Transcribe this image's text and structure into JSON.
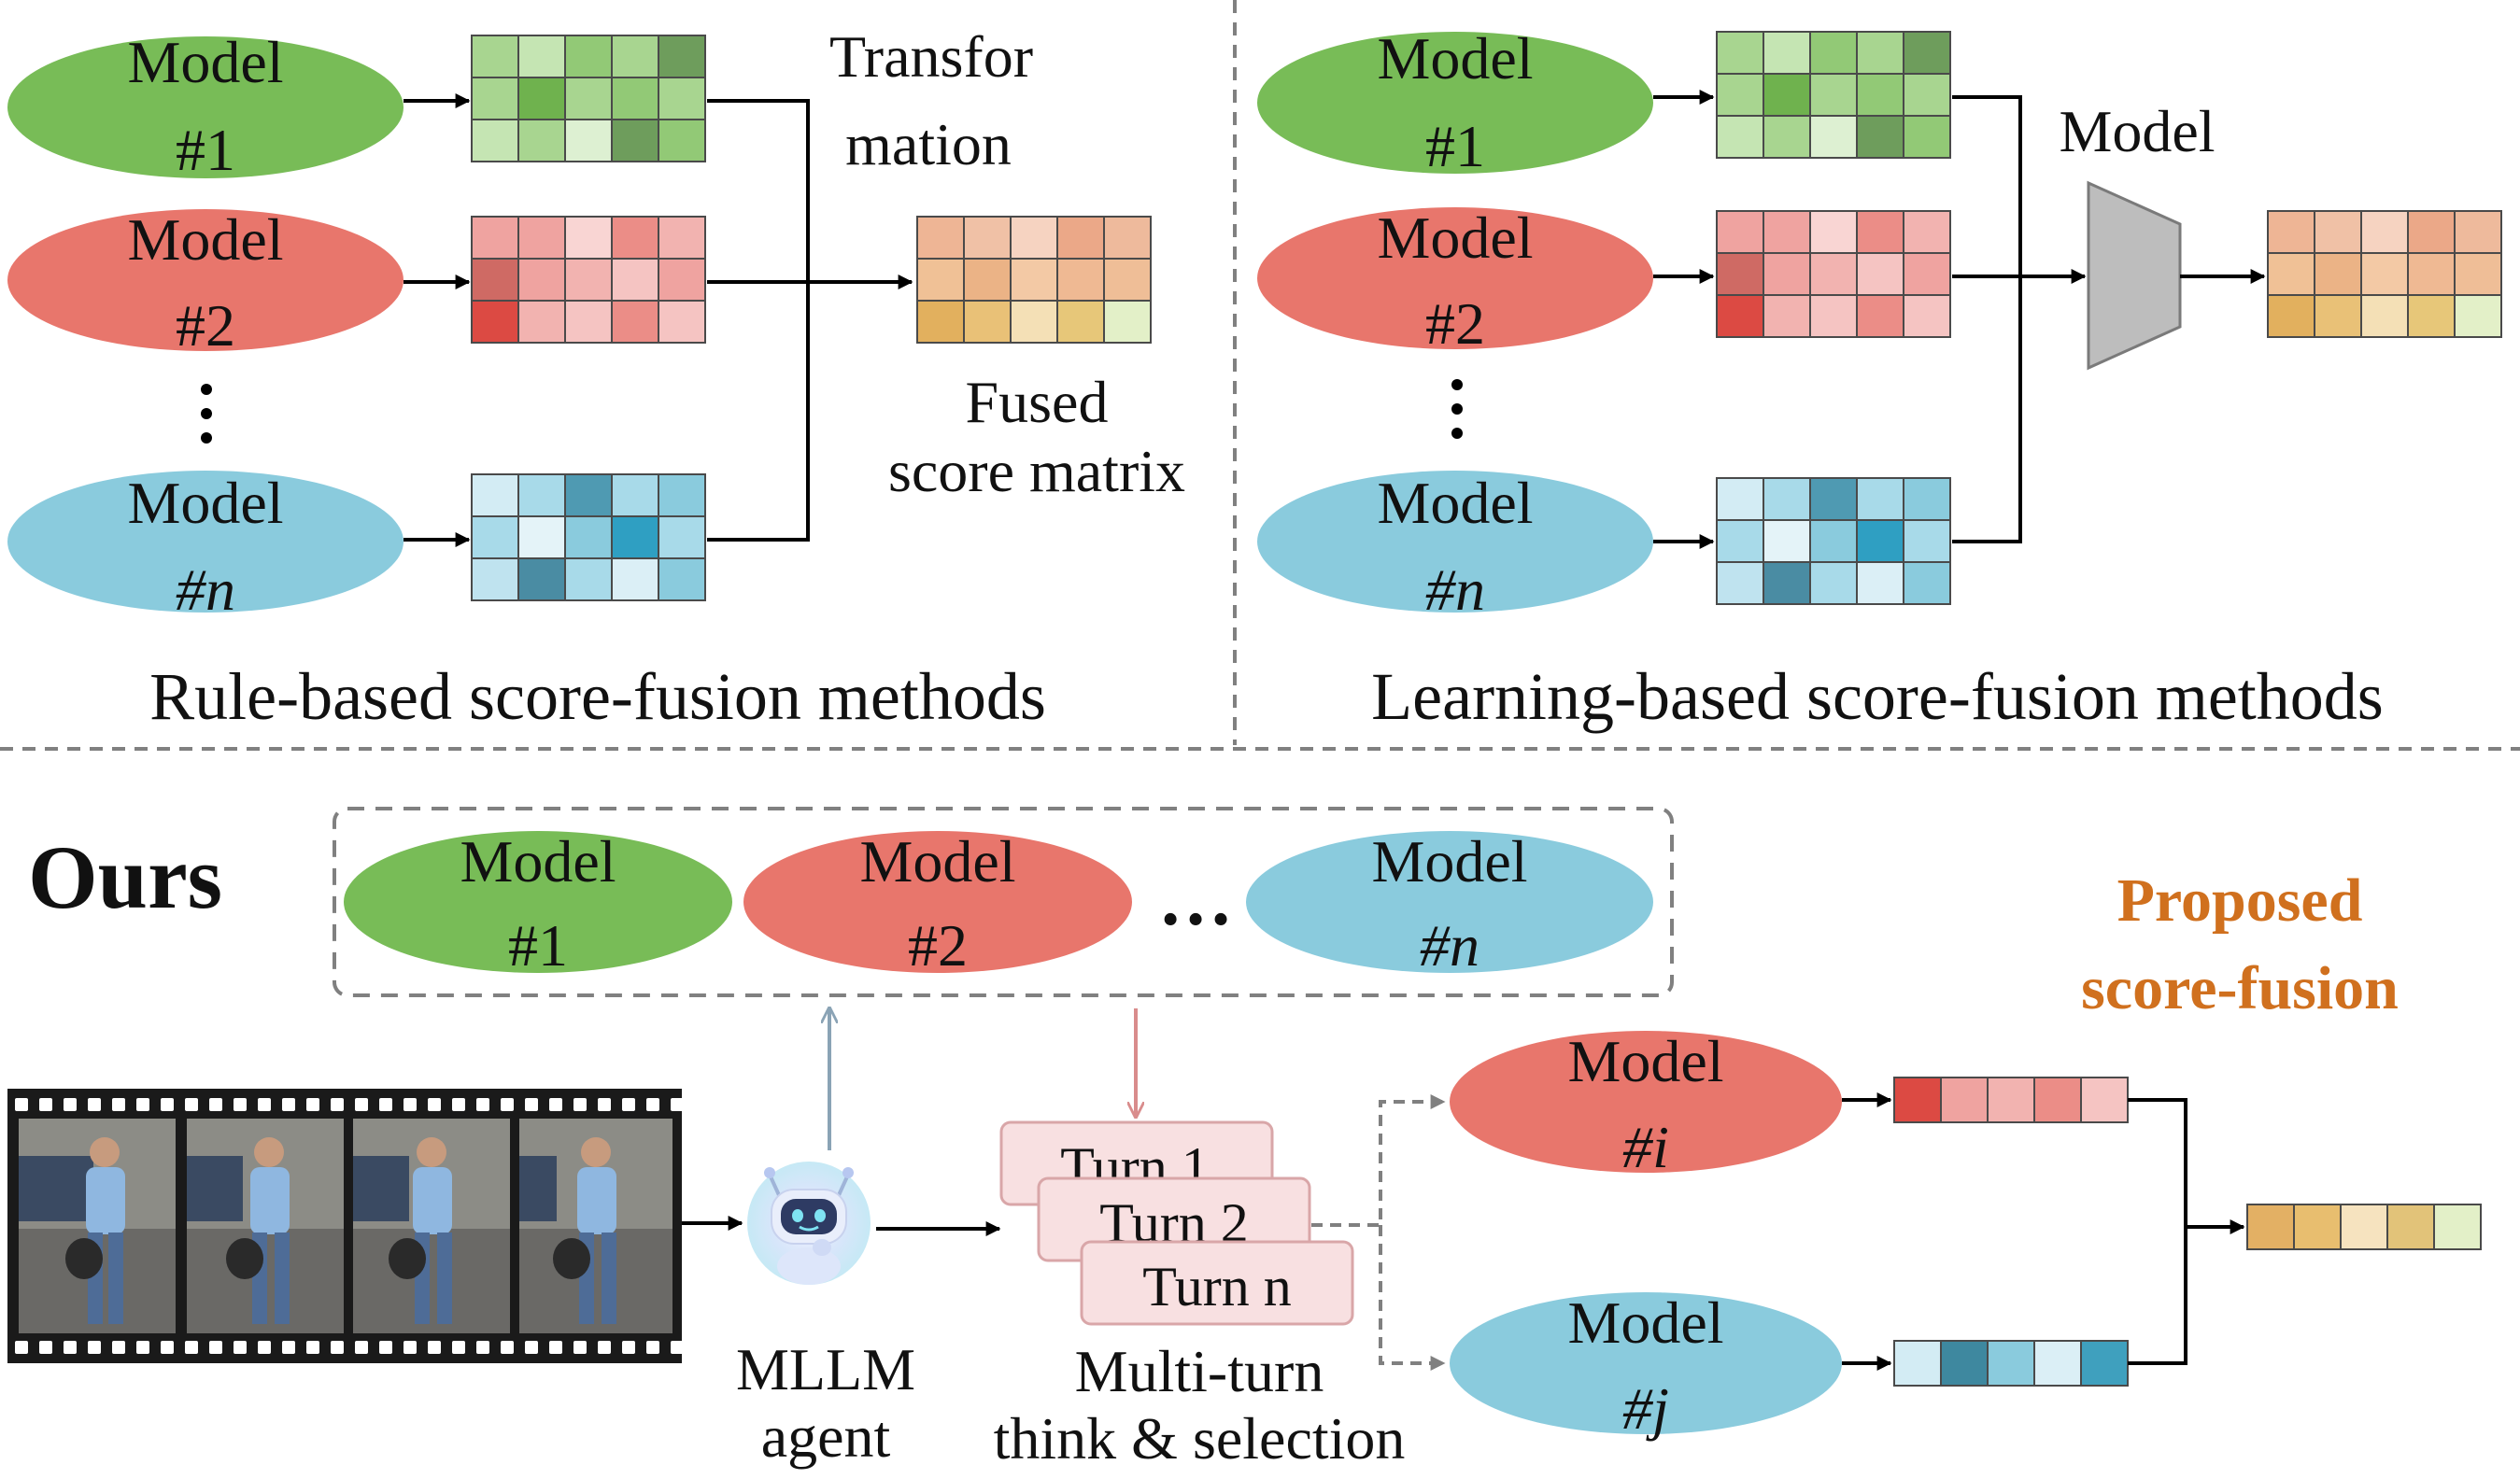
{
  "colors": {
    "green": "#78BC57",
    "red": "#E8766C",
    "blue": "#8ACBDD",
    "accent": "#D0701E",
    "gray_model": "#BDBDBD",
    "dash": "#808080"
  },
  "labels": {
    "model": "Model",
    "num1": "#1",
    "num2": "#2",
    "numn": "#n",
    "numi": "#i",
    "numj": "#j",
    "transformation_line1": "Transfor",
    "transformation_line2": "mation",
    "fused_line1": "Fused",
    "fused_line2": "score matrix",
    "rule_caption": "Rule-based score-fusion methods",
    "learning_caption": "Learning-based score-fusion methods",
    "learning_model": "Model",
    "ours": "Ours",
    "proposed_line1": "Proposed",
    "proposed_line2": "score-fusion",
    "mllm_line1": "MLLM",
    "mllm_line2": "agent",
    "multiturn_line1": "Multi-turn",
    "multiturn_line2": "think & selection",
    "turn1": "Turn 1",
    "turn2": "Turn 2",
    "turnn": "Turn n",
    "ellipsis": "…"
  },
  "grids": {
    "green": [
      [
        "#A8D590",
        "#C5E5B3",
        "#92C976",
        "#A8D590",
        "#6E9D5C"
      ],
      [
        "#A8D590",
        "#6FB24E",
        "#A8D590",
        "#92C976",
        "#A8D590"
      ],
      [
        "#C5E5B3",
        "#A8D590",
        "#DDF0D2",
        "#6E9D5C",
        "#92C976"
      ]
    ],
    "red": [
      [
        "#EFA3A0",
        "#EFA3A0",
        "#F9D5D3",
        "#EB8D87",
        "#F2B3B0"
      ],
      [
        "#CF6A64",
        "#EFA3A0",
        "#F2B3B0",
        "#F5C4C2",
        "#EFA3A0"
      ],
      [
        "#DC4A43",
        "#F2B3B0",
        "#F5C4C2",
        "#EB8D87",
        "#F5C4C2"
      ]
    ],
    "blue": [
      [
        "#D3ECF4",
        "#A8DAE9",
        "#4F9AB2",
        "#A8DAE9",
        "#8ACBDD"
      ],
      [
        "#A8DAE9",
        "#E4F3F8",
        "#8ACBDD",
        "#2F9FC2",
        "#A8DAE9"
      ],
      [
        "#BFE3EF",
        "#4A8CA3",
        "#A8DAE9",
        "#DBEFF6",
        "#8ACBDD"
      ]
    ],
    "fused": [
      [
        "#EEB595",
        "#F0C1A6",
        "#F6D3C1",
        "#EBA888",
        "#EEBA9C"
      ],
      [
        "#F0C196",
        "#EBB386",
        "#F3C9A5",
        "#EFB993",
        "#EFBE97"
      ],
      [
        "#E2B05E",
        "#E9C177",
        "#F4E0B6",
        "#E7C779",
        "#E3F0C8"
      ]
    ],
    "row_red": [
      "#DC4A43",
      "#EFA3A0",
      "#F2B3B0",
      "#EB8D87",
      "#F5C4C2"
    ],
    "row_blue": [
      "#D3ECF4",
      "#3E889F",
      "#8ACBDD",
      "#DBEFF6",
      "#3FA0BE"
    ],
    "row_fused": [
      "#E3B064",
      "#E8BE6F",
      "#F6E3BF",
      "#E2C379",
      "#E3F0C8"
    ]
  }
}
